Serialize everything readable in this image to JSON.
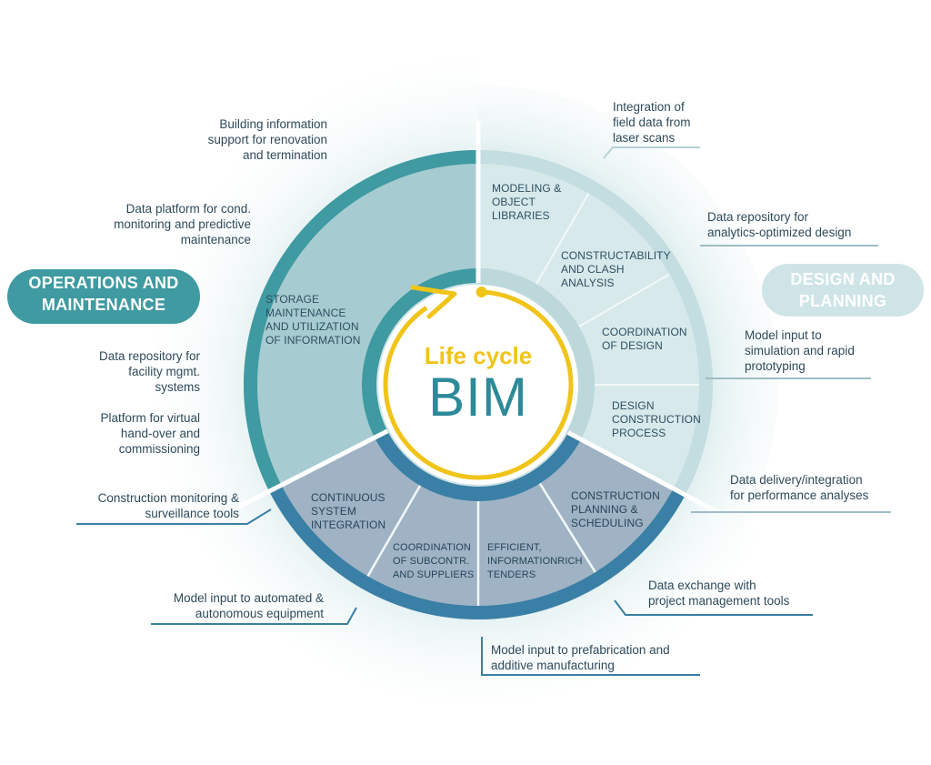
{
  "center": {
    "title": "Life cycle",
    "acronym": "BIM"
  },
  "phases": {
    "operations": {
      "label": "OPERATIONS AND\nMAINTENANCE",
      "color": "#3f9aa1"
    },
    "design": {
      "label": "DESIGN AND\nPLANNING",
      "color": "#cfe4e6"
    }
  },
  "segments": {
    "storage": "STORAGE\nMAINTENANCE\nAND UTILIZATION\nOF INFORMATION",
    "modeling": "MODELING &\nOBJECT\nLIBRARIES",
    "constructability": "CONSTRUCTABILITY\nAND CLASH\nANALYSIS",
    "coordination_design": "COORDINATION\nOF DESIGN",
    "design_construction": "DESIGN\nCONSTRUCTION\nPROCESS",
    "construction_planning": "CONSTRUCTION\nPLANNING &\nSCHEDULING",
    "efficient_tenders": "EFFICIENT,\nINFORMATIONRICH\nTENDERS",
    "coordination_subcontr": "COORDINATION\nOF SUBCONTR.\nAND SUPPLIERS",
    "continuous_integration": "CONTINUOUS\nSYSTEM\nINTEGRATION"
  },
  "annotations": {
    "building_info": "Building information\nsupport for renovation\nand termination",
    "data_platform": "Data platform for cond.\nmonitoring and predictive\nmaintenance",
    "data_repo_fm": "Data repository for\nfacility mgmt.\nsystems",
    "virtual_handover": "Platform for virtual\nhand-over and\ncommissioning",
    "construction_monitoring": "Construction monitoring &\nsurveillance tools",
    "automated_equipment": "Model input to automated &\nautonomous equipment",
    "prefabrication": "Model input to prefabrication and\nadditive manufacturing",
    "project_mgmt": "Data exchange with\nproject management tools",
    "performance": "Data delivery/integration\nfor performance analyses",
    "simulation": "Model input to\nsimulation and rapid\nprototyping",
    "analytics_repo": "Data repository for\nanalytics-optimized design",
    "laser_scans": "Integration of\nfield data from\nlaser scans"
  },
  "colors": {
    "ops_fill": "#a6ccd1",
    "ops_ring": "#3f9aa1",
    "design_fill": "#d7e9eb",
    "design_ring": "#c3dde0",
    "construction_fill": "#9fb3c4",
    "construction_ring": "#3a7fa5",
    "yellow": "#f0c419",
    "bim": "#2d8a99",
    "text": "#2f4a5a"
  }
}
